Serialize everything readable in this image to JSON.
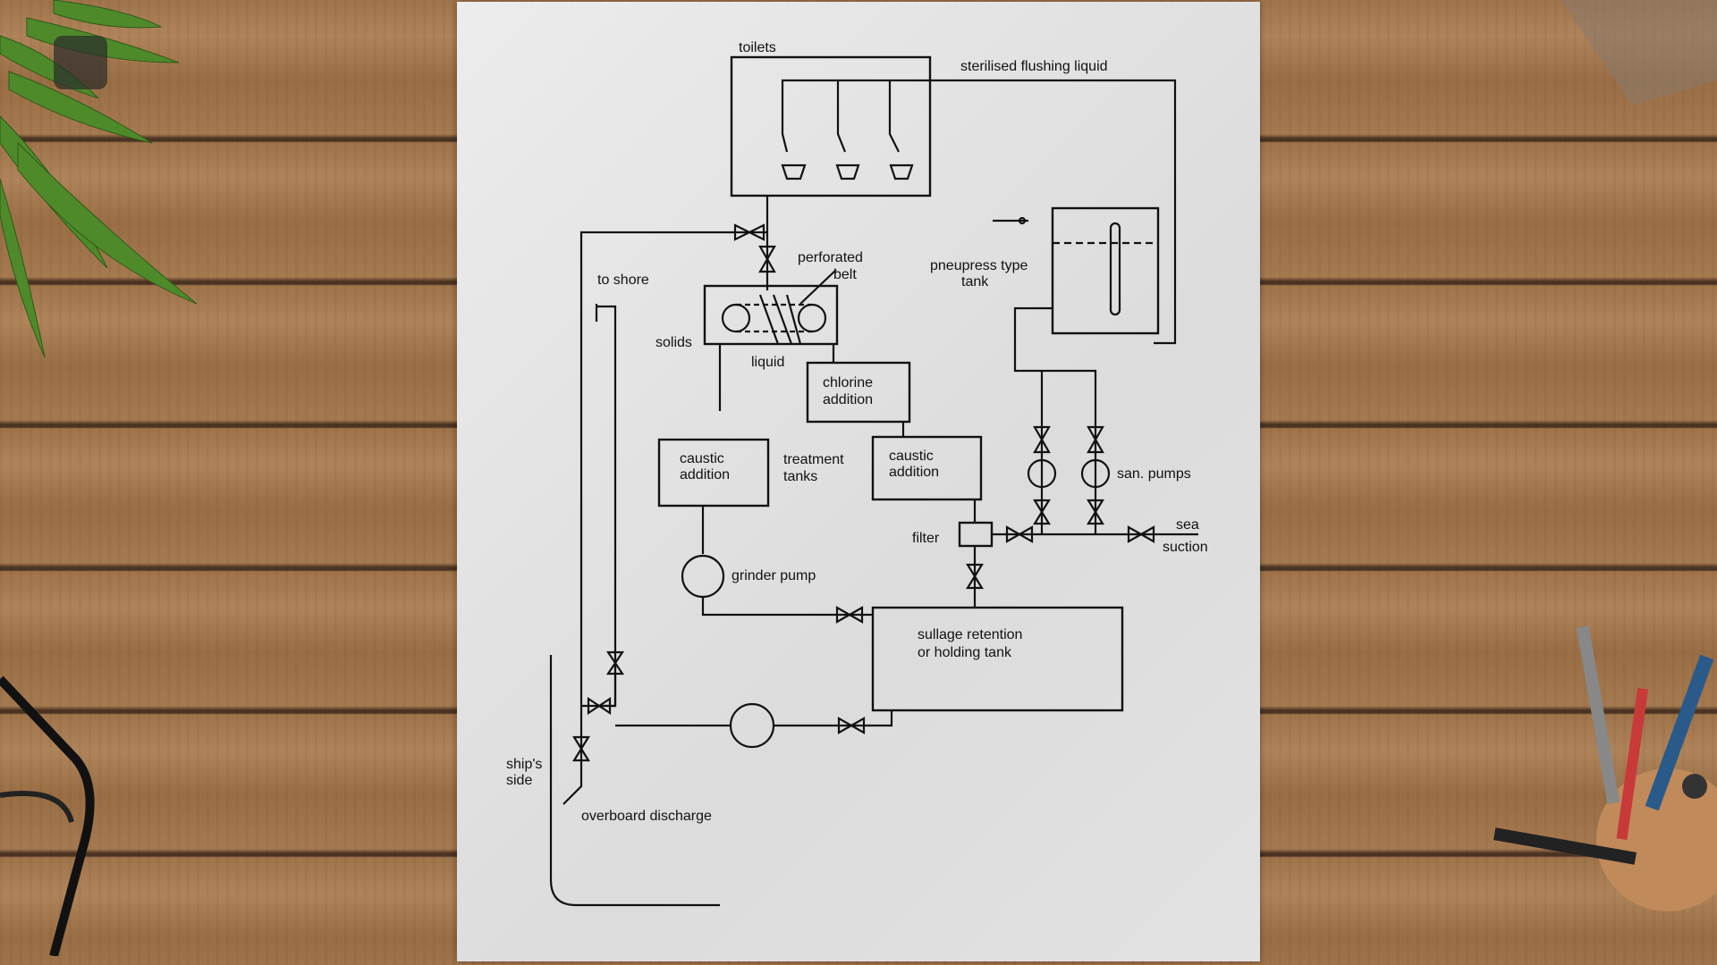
{
  "diagram": {
    "labels": {
      "toilets": "toilets",
      "sterilised": "sterilised flushing liquid",
      "to_shore": "to shore",
      "perforated": "perforated",
      "belt": "belt",
      "pneupress_1": "pneupress type",
      "pneupress_2": "tank",
      "solids": "solids",
      "liquid": "liquid",
      "chlorine_1": "chlorine",
      "chlorine_2": "addition",
      "caustic1_1": "caustic",
      "caustic1_2": "addition",
      "treatment_1": "treatment",
      "treatment_2": "tanks",
      "caustic2_1": "caustic",
      "caustic2_2": "addition",
      "san_pumps": "san. pumps",
      "filter": "filter",
      "sea": "sea",
      "suction": "suction",
      "grinder_pump": "grinder pump",
      "sullage_1": "sullage retention",
      "sullage_2": "or holding tank",
      "ships_1": "ship's",
      "ships_2": "side",
      "overboard": "overboard discharge"
    }
  },
  "decor": {
    "wood": "#a67a50",
    "paper": "#e2e2e2",
    "plant": "#4f8a2a"
  }
}
